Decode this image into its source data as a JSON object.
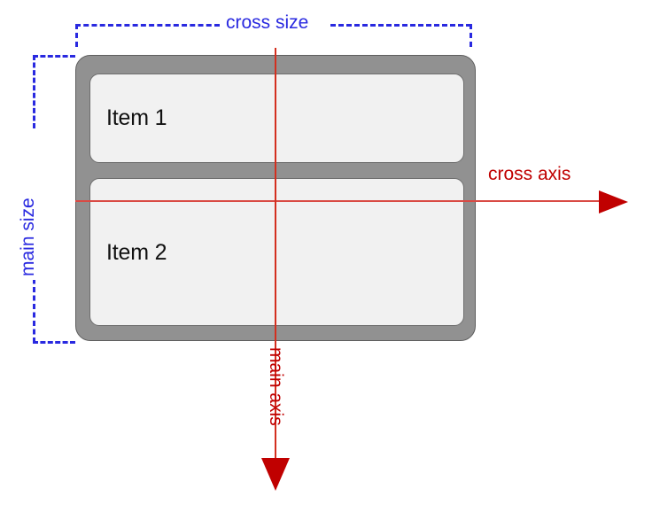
{
  "diagram": {
    "title": "flexbox column direction axes diagram",
    "background_color": "#ffffff",
    "container": {
      "fill_color": "#919191",
      "border_color": "#5e5e5e",
      "items": [
        {
          "label": "Item 1",
          "fill_color": "#f1f1f1",
          "border_color": "#6e6e6e"
        },
        {
          "label": "Item 2",
          "fill_color": "#f1f1f1",
          "border_color": "#6e6e6e"
        }
      ]
    },
    "axes": {
      "color": "#c00000",
      "cross": {
        "label": "cross axis",
        "direction": "right"
      },
      "main": {
        "label": "main axis",
        "direction": "down"
      }
    },
    "measurements": {
      "color": "#2929e0",
      "cross_size": {
        "label": "cross size",
        "orientation": "horizontal"
      },
      "main_size": {
        "label": "main size",
        "orientation": "vertical"
      }
    }
  }
}
